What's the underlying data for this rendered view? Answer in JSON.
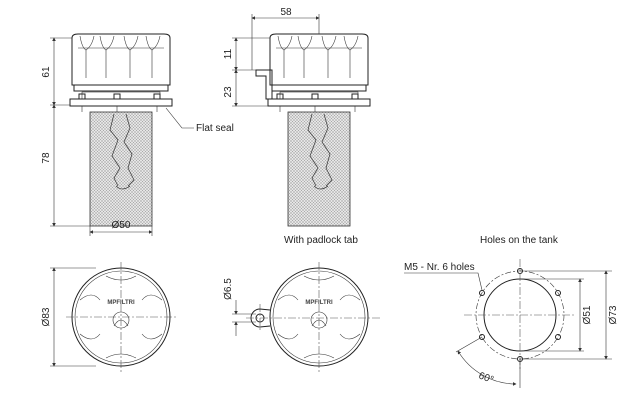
{
  "dimensions": {
    "height_cap": "61",
    "height_basket": "78",
    "dia_basket": "Ø50",
    "width_tab": "58",
    "tab_offset": "11",
    "tab_height": "23",
    "dia_cap": "Ø83",
    "dia_padlock_hole": "Ø6.5",
    "dia_inner": "Ø51",
    "dia_outer": "Ø73",
    "angle": "60°"
  },
  "labels": {
    "flat_seal": "Flat seal",
    "padlock_title": "With padlock tab",
    "holes_title": "Holes on the tank",
    "holes_note": "M5 - Nr. 6 holes"
  },
  "logo_text": "MPFILTRI",
  "colors": {
    "line": "#222222",
    "background": "#ffffff"
  }
}
